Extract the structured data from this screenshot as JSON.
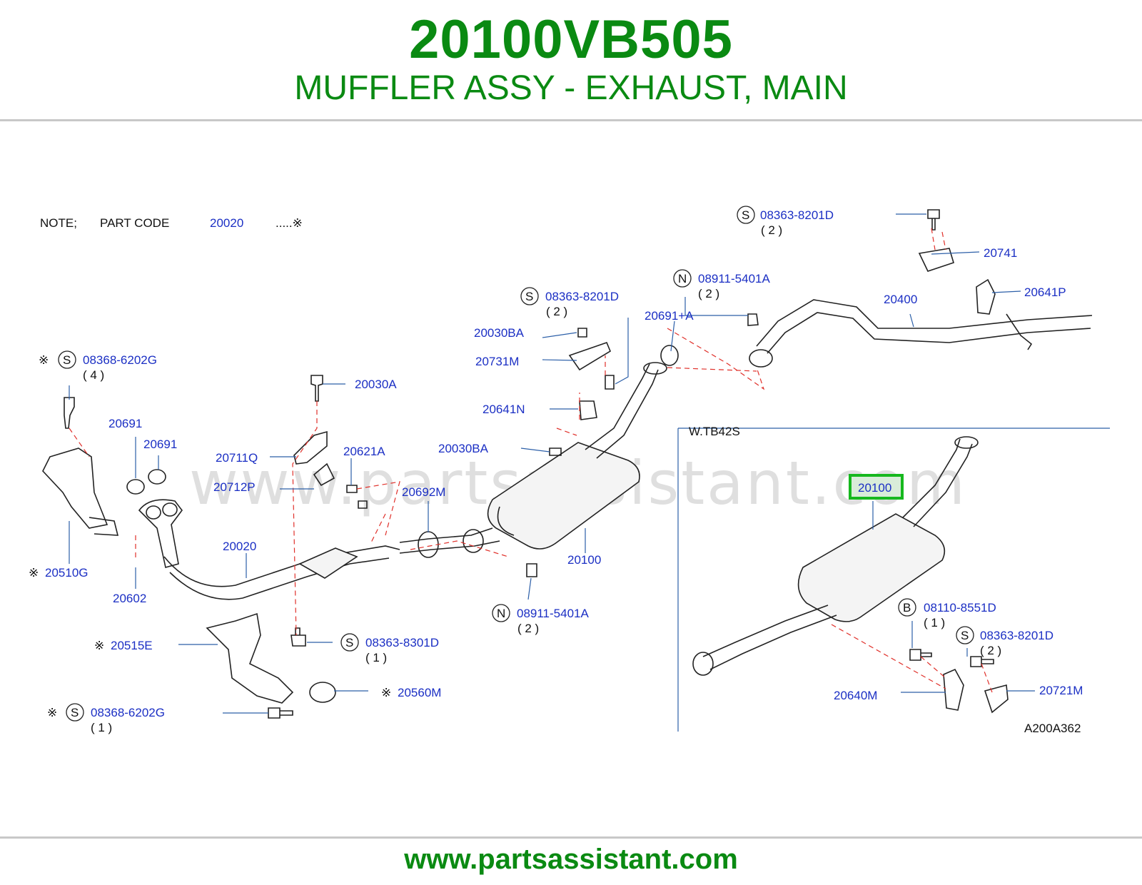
{
  "header": {
    "part_number": "20100VB505",
    "part_name": "MUFFLER ASSY - EXHAUST, MAIN"
  },
  "footer": {
    "url": "www.partsassistant.com"
  },
  "diagram": {
    "watermark": "www.partsassistant.com",
    "note_label": "NOTE;",
    "part_code_label": "PART  CODE",
    "part_code_value": "20020",
    "part_code_mark": ".....※",
    "inset_label": "W.TB42S",
    "figure_code": "A200A362",
    "labels": {
      "s_08363_8201d_top": "08363-8201D",
      "s_08363_8201d_top_qty": "( 2 )",
      "p20741": "20741",
      "p20641p": "20641P",
      "n_08911_5401a_top": "08911-5401A",
      "n_08911_5401a_top_qty": "( 2 )",
      "p20400": "20400",
      "s_08363_8201d_mid": "08363-8201D",
      "s_08363_8201d_mid_qty": "( 2 )",
      "p20691a": "20691+A",
      "p20030ba_top": "20030BA",
      "p20731m": "20731M",
      "p20641n": "20641N",
      "p20030ba_mid": "20030BA",
      "s_08368_6202g_top": "08368-6202G",
      "s_08368_6202g_top_qty": "( 4 )",
      "p20030a": "20030A",
      "p20691_a": "20691",
      "p20691_b": "20691",
      "p20711q": "20711Q",
      "p20621a": "20621A",
      "p20712p": "20712P",
      "p20692m": "20692M",
      "p20020": "20020",
      "p20100_main": "20100",
      "p20510g": "20510G",
      "p20602": "20602",
      "n_08911_5401a_bot": "08911-5401A",
      "n_08911_5401a_bot_qty": "( 2 )",
      "p20515e": "20515E",
      "s_08363_8301d": "08363-8301D",
      "s_08363_8301d_qty": "( 1 )",
      "p20560m": "20560M",
      "s_08368_6202g_bot": "08368-6202G",
      "s_08368_6202g_bot_qty": "( 1 )",
      "p20100_highlight": "20100",
      "b_08110_8551d": "08110-8551D",
      "b_08110_8551d_qty": "( 1 )",
      "s_08363_8201d_inset": "08363-8201D",
      "s_08363_8201d_inset_qty": "( 2 )",
      "p20640m": "20640M",
      "p20721m": "20721M"
    },
    "symbols": {
      "s": "S",
      "n": "N",
      "b": "B",
      "ref": "※"
    },
    "colors": {
      "brand_green": "#0a8a12",
      "label_blue": "#1b2fc4",
      "highlight": "#16b81e",
      "dash_red": "#e0302a"
    }
  }
}
